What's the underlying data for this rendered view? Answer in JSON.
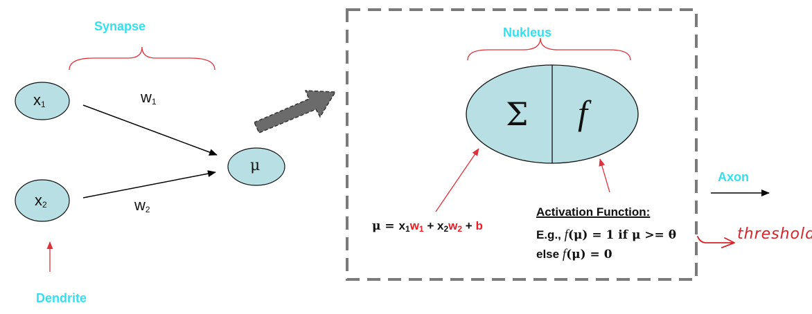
{
  "labels": {
    "synapse": "Synapse",
    "dendrite": "Dendrite",
    "nukleus": "Nukleus",
    "axon": "Axon"
  },
  "nodes": {
    "x1": {
      "base": "x",
      "sub": "1"
    },
    "x2": {
      "base": "x",
      "sub": "2"
    },
    "mu": "μ"
  },
  "weights": {
    "w1": {
      "base": "w",
      "sub": "1"
    },
    "w2": {
      "base": "w",
      "sub": "2"
    }
  },
  "nucleus": {
    "sigma": "Σ",
    "f": "f"
  },
  "formula": {
    "lhs": "μ = ",
    "x1": "x",
    "x1_sub": "1",
    "w1": "w",
    "w1_sub": "1",
    "plus1": " + ",
    "x2": "x",
    "x2_sub": "2",
    "w2": "w",
    "w2_sub": "2",
    "plus2": " + ",
    "b": "b"
  },
  "activation": {
    "title": "Activation Function:",
    "line1_prefix": "E.g., ",
    "line1_f": "f",
    "line1_rest": "(μ) = 1 if  μ >= θ",
    "line2_prefix": "else ",
    "line2_f": "f",
    "line2_rest": "(μ) = 0"
  },
  "annotation": {
    "threshold": "threshold"
  },
  "colors": {
    "cyan_label": "#33e0ef",
    "node_fill": "#b8dfe3",
    "red_accent": "#ee1c24",
    "box_dash": "#7a7a7a",
    "big_arrow": "#6b6b6b"
  }
}
